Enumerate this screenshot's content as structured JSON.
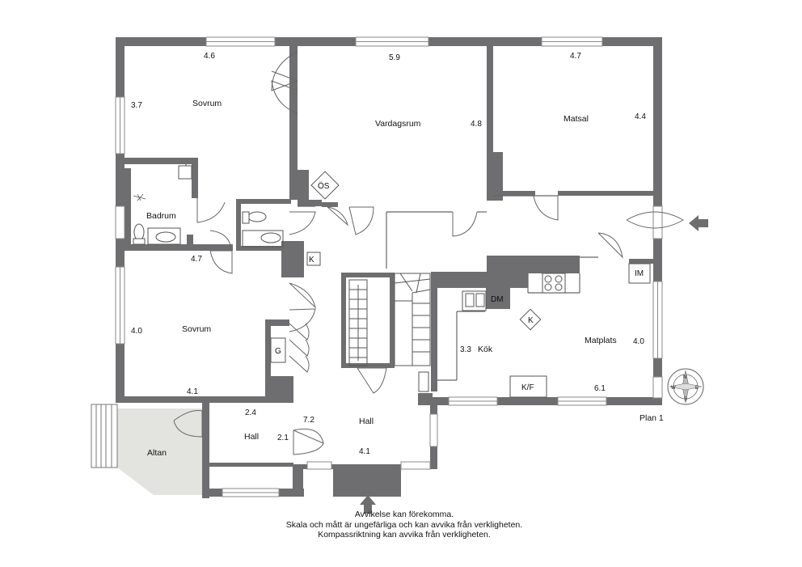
{
  "colors": {
    "wall": "#6e6e70",
    "terrace": "#e3e3df",
    "line": "#555555"
  },
  "rooms": {
    "sovrum_top": "Sovrum",
    "vardagsrum": "Vardagsrum",
    "matsal": "Matsal",
    "badrum": "Badrum",
    "sovrum_bottom": "Sovrum",
    "hall_small": "Hall",
    "hall_main": "Hall",
    "kok": "Kök",
    "matplats": "Matplats",
    "altan": "Altan"
  },
  "dimensions": {
    "d1": "4.6",
    "d2": "5.9",
    "d3": "4.7",
    "d4": "3.7",
    "d5": "4.8",
    "d6": "4.4",
    "d7": "4.7",
    "d8": "4.0",
    "d9": "4.1",
    "d10": "2.4",
    "d11": "7.2",
    "d12": "2.1",
    "d13": "4.1",
    "d14": "3.3",
    "d15": "4.0",
    "d16": "6.1"
  },
  "fixtures": {
    "os": "ÖS",
    "k1": "K",
    "k2": "K",
    "g": "G",
    "dm": "DM",
    "im": "IM",
    "kf": "K/F"
  },
  "plan_label": "Plan 1",
  "compass_letters": {
    "n": "N",
    "e": "E",
    "s": "S",
    "w": "W"
  },
  "disclaimer": [
    "Avvikelse kan förekomma.",
    "Skala och mått är ungefärliga och kan avvika från verkligheten.",
    "Kompassriktning kan avvika från verkligheten."
  ]
}
